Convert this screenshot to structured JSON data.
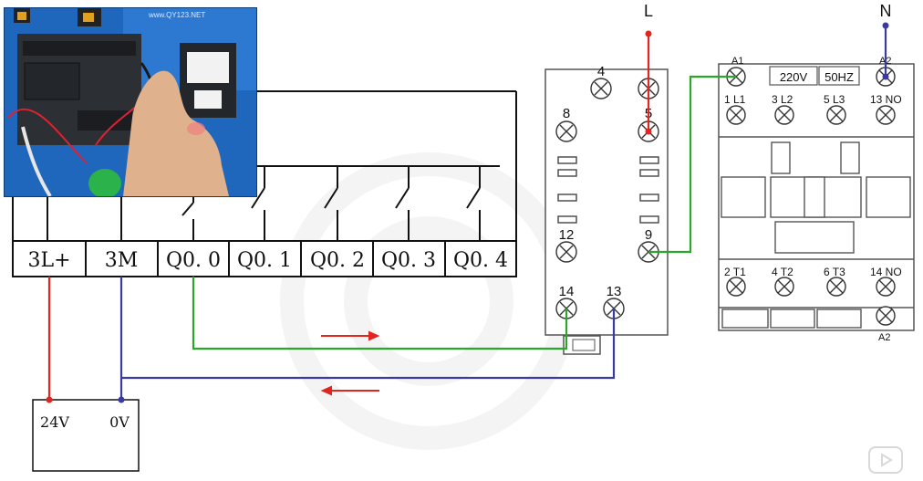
{
  "plc": {
    "terminals": [
      "3L+",
      "3M",
      "Q0. 0",
      "Q0. 1",
      "Q0. 2",
      "Q0. 3",
      "Q0. 4"
    ]
  },
  "power_supply": {
    "plus": "24V",
    "minus": "0V"
  },
  "mains": {
    "line": "L",
    "neutral": "N"
  },
  "relay": {
    "pins": [
      "4",
      "8",
      "5",
      "12",
      "9",
      "14",
      "13"
    ]
  },
  "contactor": {
    "coil_top": "A1",
    "coil_bottom": "A2",
    "coil_top_right": "A2",
    "rating_voltage": "220V",
    "rating_freq": "50HZ",
    "top_terminals": [
      "1 L1",
      "3 L2",
      "5 L3",
      "13 NO"
    ],
    "bottom_terminals": [
      "2 T1",
      "4 T2",
      "6 T3",
      "14 NO"
    ]
  },
  "photo": {
    "watermark": "www.QY123.NET"
  },
  "colors": {
    "red": "#e0261f",
    "green": "#2aa62a",
    "blue": "#3a3aa0",
    "black": "#111111"
  }
}
